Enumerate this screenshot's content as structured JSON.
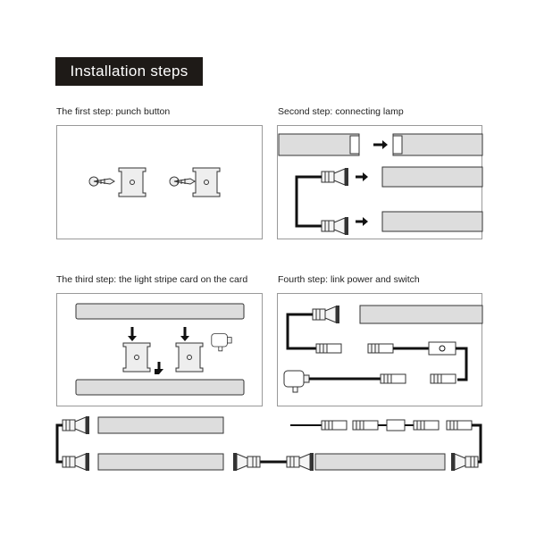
{
  "title": "Installation steps",
  "steps": [
    {
      "label": "The first step: punch button"
    },
    {
      "label": "Second step: connecting lamp"
    },
    {
      "label": "The third step: the light stripe card on the card"
    },
    {
      "label": "Fourth step: link power and switch"
    }
  ],
  "colors": {
    "title_bg": "#1e1a17",
    "bar_fill": "#dcdcdc",
    "line": "#222222"
  }
}
